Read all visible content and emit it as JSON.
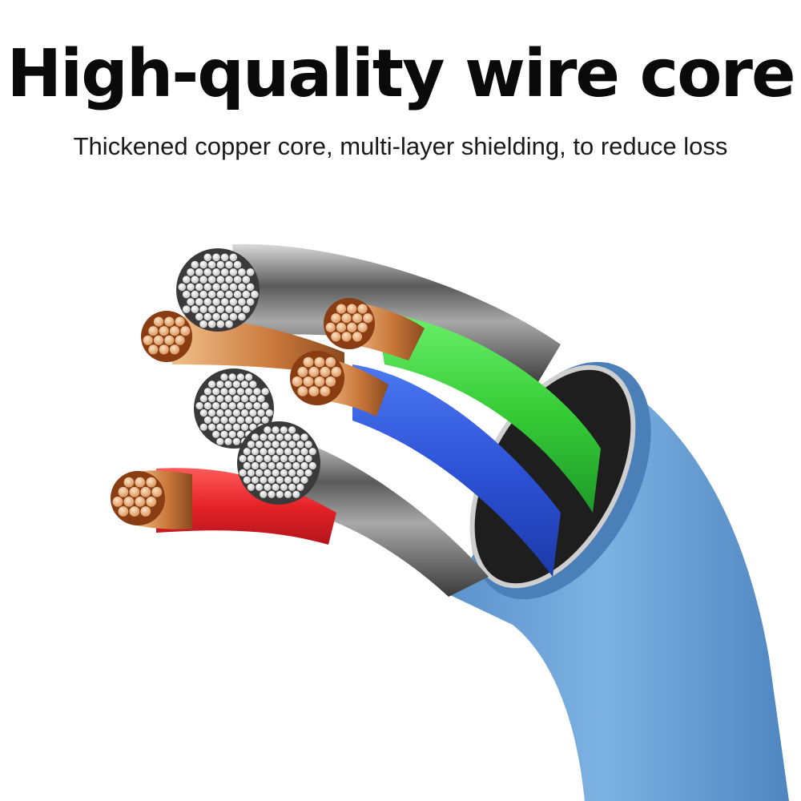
{
  "headline": "High-quality wire core",
  "subline": "Thickened copper core, multi-layer shielding, to reduce loss",
  "colors": {
    "background": "#ffffff",
    "jacket": "#6aa2d6",
    "green_insulation": "#3fd33f",
    "blue_insulation": "#2f55d8",
    "red_insulation": "#e8252a",
    "copper": "#d89055",
    "silver_strands": "#eeeeee"
  },
  "icons": [
    "cable-cross-section-illustration"
  ]
}
